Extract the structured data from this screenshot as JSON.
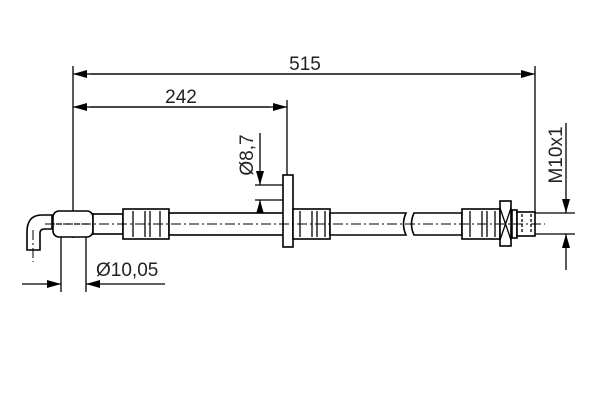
{
  "drawing": {
    "overall_length": "515",
    "bracket_distance": "242",
    "bracket_hole_diameter": "Ø8,7",
    "fitting_diameter": "Ø10,05",
    "thread": "M10x1"
  },
  "colors": {
    "line": "#000000",
    "background": "#ffffff"
  }
}
